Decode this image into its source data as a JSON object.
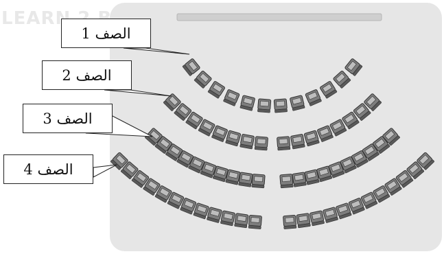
{
  "watermark": "LEARN 2 BE",
  "rows": [
    {
      "label": "الصف 1",
      "left_seats": 6,
      "right_seats": 6
    },
    {
      "label": "الصف 2",
      "left_seats": 8,
      "right_seats": 8
    },
    {
      "label": "الصف 3",
      "left_seats": 10,
      "right_seats": 10
    },
    {
      "label": "الصف 4",
      "left_seats": 12,
      "right_seats": 12
    }
  ],
  "colors": {
    "room_floor": "#e6e6e6",
    "stage_bar": "#cfcfcf",
    "seat": "#7d7d7d",
    "seat_edge": "#333333",
    "seat_stripe": "#bdbdbd"
  }
}
